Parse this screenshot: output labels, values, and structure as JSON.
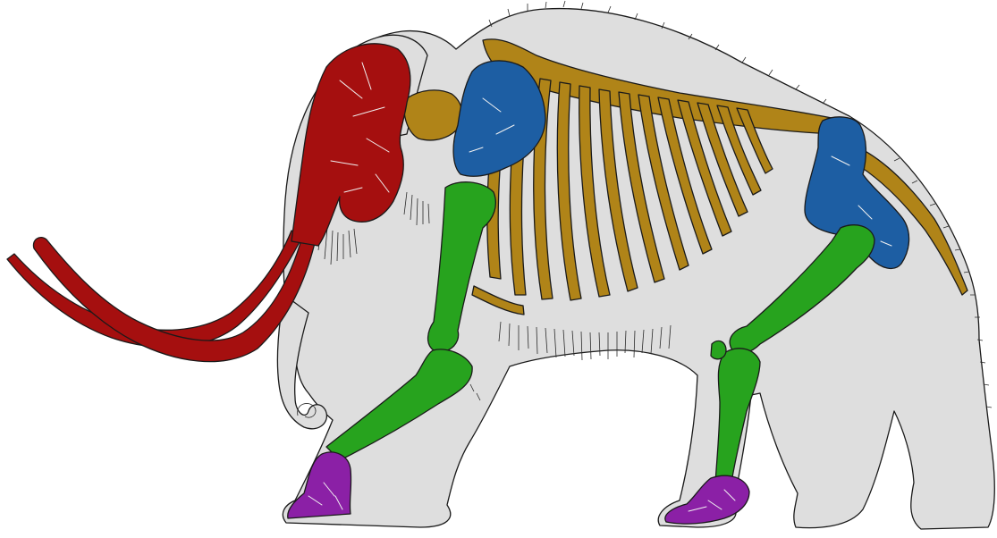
{
  "diagram": {
    "subject": "woolly-mammoth-skeleton",
    "colors": {
      "background": "#ffffff",
      "body": "#dedede",
      "outline": "#1a1a1a",
      "skull": "#a50f0f",
      "spine": "#b08418",
      "girdles": "#1d5ea3",
      "limbs": "#27a31e",
      "feet": "#8b20a6"
    },
    "parts": [
      {
        "id": "skull",
        "color": "#a50f0f"
      },
      {
        "id": "tusks",
        "color": "#a50f0f"
      },
      {
        "id": "vertebral-column",
        "color": "#b08418"
      },
      {
        "id": "ribs",
        "color": "#b08418"
      },
      {
        "id": "scapula",
        "color": "#1d5ea3"
      },
      {
        "id": "pelvis",
        "color": "#1d5ea3"
      },
      {
        "id": "front-limb",
        "color": "#27a31e"
      },
      {
        "id": "hind-limb",
        "color": "#27a31e"
      },
      {
        "id": "front-foot",
        "color": "#8b20a6"
      },
      {
        "id": "hind-foot",
        "color": "#8b20a6"
      }
    ]
  }
}
